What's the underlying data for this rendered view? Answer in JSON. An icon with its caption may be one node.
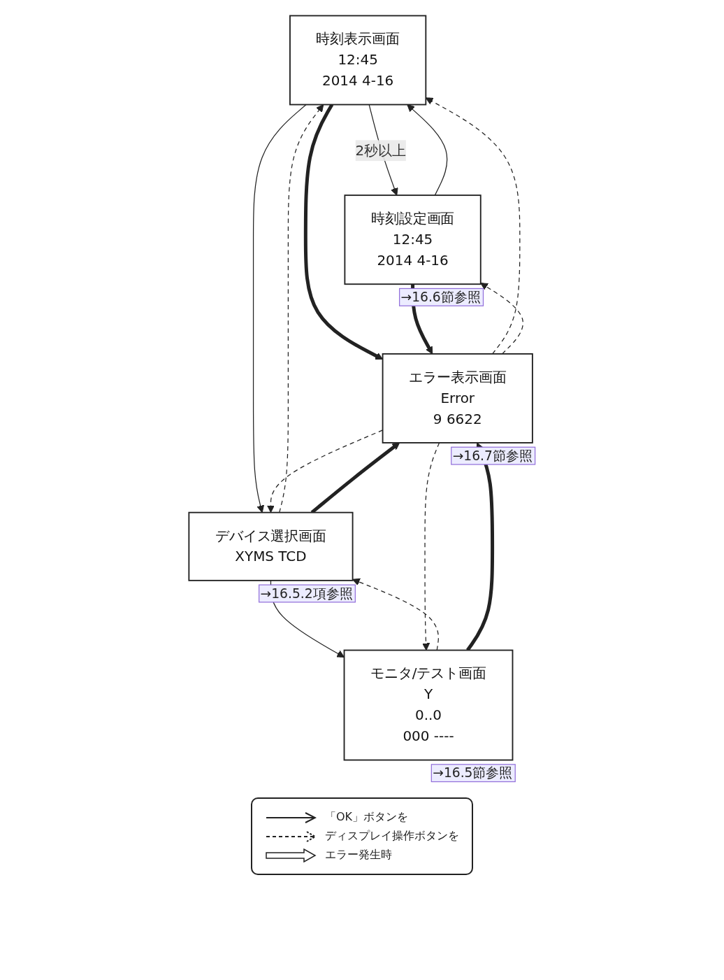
{
  "diagram": {
    "nodes": [
      {
        "text": [
          "時刻表示画面",
          "12:45",
          "2014 4-16"
        ]
      },
      {
        "text": [
          "時刻設定画面",
          "12:45",
          "2014 4-16"
        ],
        "beside": [
          "→16.6節参照"
        ]
      },
      {
        "text": [
          "デバイス選択画面",
          "XYMS TCD"
        ],
        "beside": [
          "→16.5.2項参照"
        ]
      },
      {
        "text": [
          "エラー表示画面",
          "Error",
          "9 6622"
        ],
        "beside": [
          "→16.7節参照"
        ]
      },
      {
        "text": [
          "モニタ/テスト画面",
          "Y",
          "0..0",
          "000 ----"
        ],
        "beside": [
          "→16.5節参照"
        ]
      }
    ],
    "edges": [
      {
        "from": 0,
        "to": 1,
        "arrow": "to",
        "label": "2秒以上"
      },
      {
        "from": 1,
        "to": 0,
        "arrow": "to"
      },
      {
        "from": 0,
        "to": 3,
        "arrow": "to",
        "style": "thick"
      },
      {
        "from": 3,
        "to": 0,
        "arrow": "to",
        "style": "dashed"
      },
      {
        "from": 3,
        "to": 1,
        "arrow": "to",
        "style": "dashed"
      },
      {
        "from": 1,
        "to": 3,
        "arrow": "to",
        "style": "thick"
      },
      {
        "from": 0,
        "to": 2,
        "arrow": "to"
      },
      {
        "from": 2,
        "to": 0,
        "arrow": "to",
        "style": "dashed"
      },
      {
        "from": 2,
        "to": 3,
        "arrow": "to",
        "style": "thick"
      },
      {
        "from": 3,
        "to": 2,
        "arrow": "to",
        "style": "dashed"
      },
      {
        "from": 2,
        "to": 4,
        "arrow": "to"
      },
      {
        "from": 4,
        "to": 2,
        "arrow": "to",
        "style": "dashed"
      },
      {
        "from": 4,
        "to": 3,
        "arrow": "to",
        "style": "thick"
      },
      {
        "from": 3,
        "to": 4,
        "arrow": "to",
        "style": "dashed"
      }
    ],
    "legend": [
      {
        "text": "「OK」ボタンを"
      },
      {
        "text": "ディスプレイ操作ボタンを"
      },
      {
        "text": "エラー発生時"
      }
    ]
  }
}
